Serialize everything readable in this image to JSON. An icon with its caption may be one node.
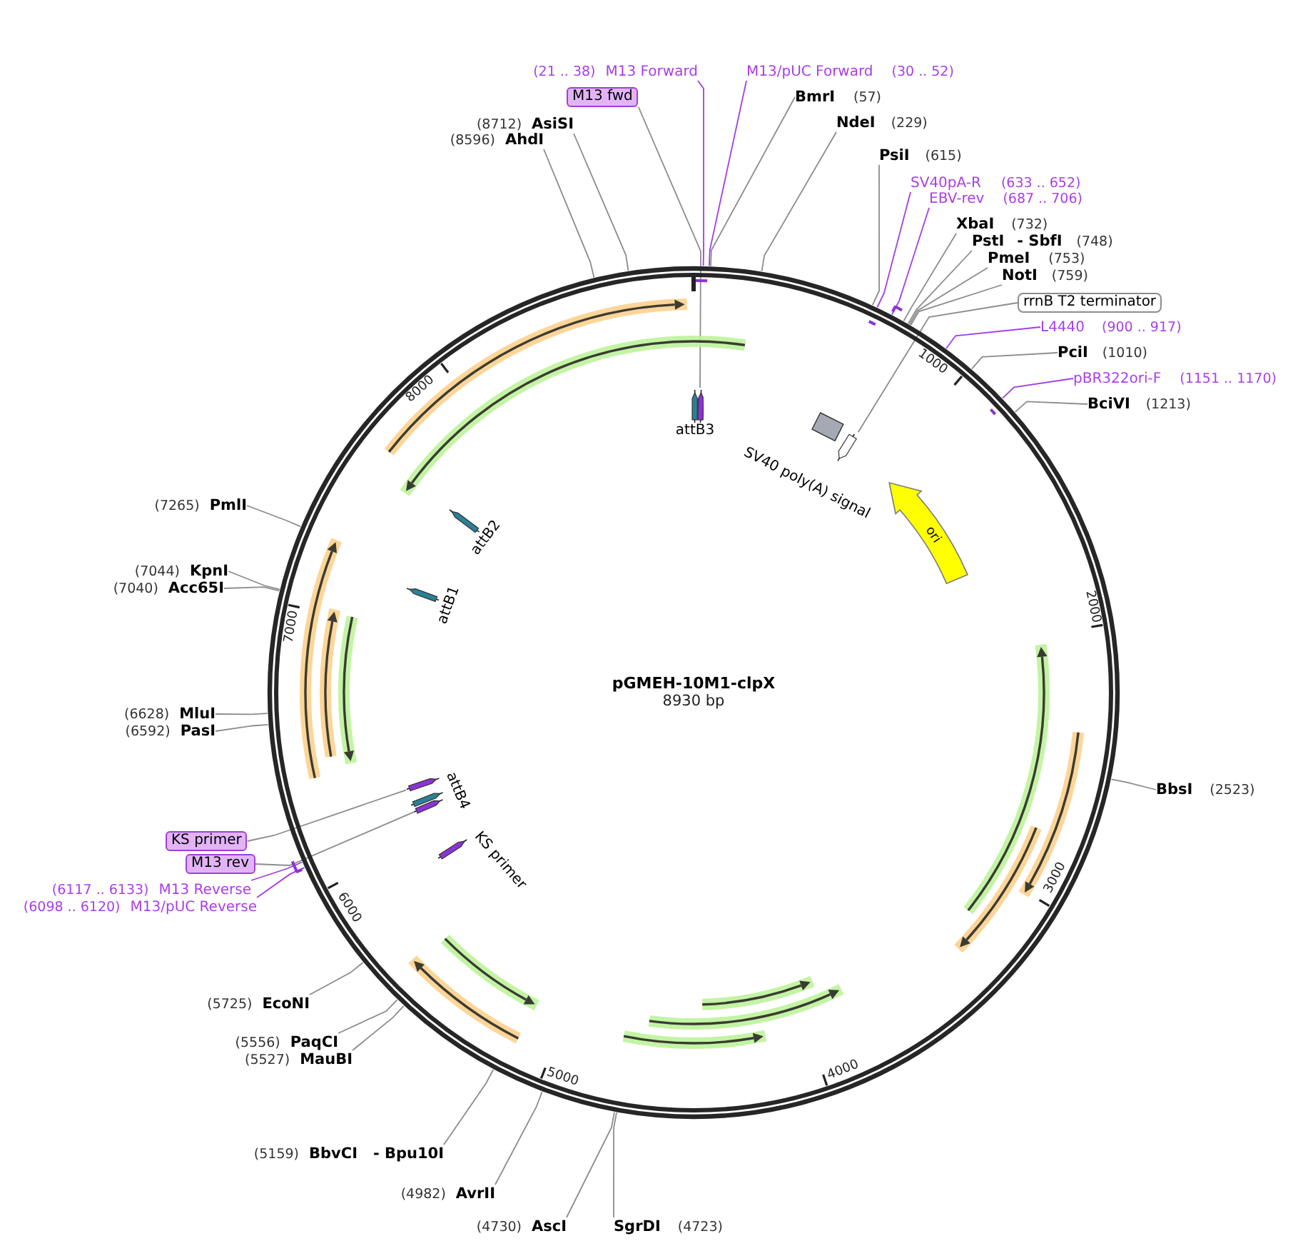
{
  "diagram": {
    "nodes": [
      {
        "text": [
          "pGMEH-10M1-clpX",
          "8930 bp"
        ]
      },
      {
        "text": [],
        "shape": "arrow",
        "in": 0
      },
      {
        "text": [],
        "shape": "arrow",
        "in": 0
      },
      {
        "text": [
          "ori"
        ],
        "in": 0
      },
      {
        "text": [],
        "shape": "arrow",
        "in": 0
      },
      {
        "text": [],
        "shape": "arrow",
        "in": 0
      },
      {
        "text": [
          "(21 .. 38)",
          "M13 Forward"
        ]
      },
      {
        "text": [
          "M13/pUC Forward",
          "(30 .. 52)"
        ]
      },
      {
        "text": [
          "M13 fwd"
        ]
      },
      {
        "text": [
          "BmrI",
          "(57)"
        ]
      },
      {
        "text": [
          "(8712)",
          "AsiSI"
        ]
      },
      {
        "text": [
          "NdeI",
          "(229)"
        ]
      },
      {
        "text": [
          "(8596)",
          "AhdI"
        ]
      },
      {
        "text": [
          "PsiI",
          "(615)"
        ]
      },
      {
        "text": [
          "SV40pA-R",
          "(633 .. 652)"
        ]
      },
      {
        "text": [
          "EBV-rev",
          "(687 .. 706)"
        ]
      },
      {
        "text": [
          "XbaI",
          "(732)"
        ]
      },
      {
        "text": [
          "PstI",
          "- SbfI",
          "(748)"
        ]
      },
      {
        "text": [
          "PmeI",
          "(753)"
        ]
      },
      {
        "text": [
          "NotI",
          "(759)"
        ]
      },
      {
        "text": [
          "rrnB T2 terminator"
        ]
      },
      {
        "text": [
          "L4440",
          "(900 .. 917)"
        ]
      },
      {
        "text": [
          "PciI",
          "(1010)"
        ]
      },
      {
        "text": [
          "pBR322ori-F",
          "(1151 .. 1170)"
        ]
      },
      {
        "text": [
          "BciVI",
          "(1213)"
        ]
      },
      {
        "text": [
          "(7265)",
          "PmlI"
        ]
      },
      {
        "text": [
          "(7044)",
          "KpnI"
        ]
      },
      {
        "text": [
          "(7040)",
          "Acc65I"
        ]
      },
      {
        "text": [
          "(6628)",
          "MluI"
        ]
      },
      {
        "text": [
          "(6592)",
          "PasI"
        ]
      },
      {
        "text": [
          "BbsI",
          "(2523)"
        ]
      },
      {
        "text": [
          "KS primer"
        ]
      },
      {
        "text": [
          "M13 rev"
        ]
      },
      {
        "text": [
          "(6117 .. 6133)",
          "M13 Reverse"
        ]
      },
      {
        "text": [
          "(6098 .. 6120)",
          "M13/pUC Reverse"
        ]
      },
      {
        "text": [
          "(5725)",
          "EcoNI"
        ]
      },
      {
        "text": [
          "(5556)",
          "PaqCI"
        ]
      },
      {
        "text": [
          "(5527)",
          "MauBI"
        ]
      },
      {
        "text": [
          "(5159)",
          "BbvCI",
          "- Bpu10I"
        ]
      },
      {
        "text": [
          "(4982)",
          "AvrII"
        ]
      },
      {
        "text": [
          "(4730)",
          "AscI"
        ]
      },
      {
        "text": [
          "SgrDI",
          "(4723)"
        ]
      }
    ],
    "edges": [
      {
        "from": 6,
        "to": 0,
        "arrow": "none",
        "color": "#a13ee6"
      },
      {
        "from": 7,
        "to": 0,
        "arrow": "none",
        "color": "#a13ee6"
      },
      {
        "from": 8,
        "to": 1,
        "arrow": "none"
      },
      {
        "from": 9,
        "to": 0,
        "arrow": "none"
      },
      {
        "from": 10,
        "to": 0,
        "arrow": "none"
      },
      {
        "from": 11,
        "to": 0,
        "arrow": "none"
      },
      {
        "from": 12,
        "to": 0,
        "arrow": "none"
      },
      {
        "from": 13,
        "to": 0,
        "arrow": "none"
      },
      {
        "from": 14,
        "to": 0,
        "arrow": "none",
        "color": "#a13ee6"
      },
      {
        "from": 15,
        "to": 0,
        "arrow": "none",
        "color": "#a13ee6"
      },
      {
        "from": 16,
        "to": 0,
        "arrow": "none"
      },
      {
        "from": 17,
        "to": 0,
        "arrow": "none"
      },
      {
        "from": 18,
        "to": 0,
        "arrow": "none"
      },
      {
        "from": 19,
        "to": 0,
        "arrow": "none"
      },
      {
        "from": 20,
        "to": 2,
        "arrow": "none"
      },
      {
        "from": 21,
        "to": 0,
        "arrow": "none",
        "color": "#a13ee6"
      },
      {
        "from": 22,
        "to": 0,
        "arrow": "none"
      },
      {
        "from": 23,
        "to": 0,
        "arrow": "none",
        "color": "#a13ee6"
      },
      {
        "from": 24,
        "to": 0,
        "arrow": "none"
      },
      {
        "from": 25,
        "to": 0,
        "arrow": "none"
      },
      {
        "from": 26,
        "to": 0,
        "arrow": "none"
      },
      {
        "from": 27,
        "to": 0,
        "arrow": "none"
      },
      {
        "from": 28,
        "to": 0,
        "arrow": "none"
      },
      {
        "from": 29,
        "to": 0,
        "arrow": "none"
      },
      {
        "from": 30,
        "to": 0,
        "arrow": "none"
      },
      {
        "from": 31,
        "to": 4,
        "arrow": "none"
      },
      {
        "from": 32,
        "to": 5,
        "arrow": "none"
      },
      {
        "from": 33,
        "to": 0,
        "arrow": "none",
        "color": "#a13ee6"
      },
      {
        "from": 34,
        "to": 0,
        "arrow": "none",
        "color": "#a13ee6"
      },
      {
        "from": 35,
        "to": 0,
        "arrow": "none"
      },
      {
        "from": 36,
        "to": 0,
        "arrow": "none"
      },
      {
        "from": 37,
        "to": 0,
        "arrow": "none"
      },
      {
        "from": 38,
        "to": 0,
        "arrow": "none"
      },
      {
        "from": 39,
        "to": 0,
        "arrow": "none"
      },
      {
        "from": 40,
        "to": 0,
        "arrow": "none"
      },
      {
        "from": 41,
        "to": 0,
        "arrow": "none"
      }
    ],
    "labels": [
      "1000",
      "8000",
      "attB3",
      "SV40 poly(A) signal",
      "attB2",
      "attB1",
      "2000",
      "7000",
      "attB4",
      "KS primer",
      "3000",
      "6000",
      "4000",
      "5000"
    ]
  }
}
